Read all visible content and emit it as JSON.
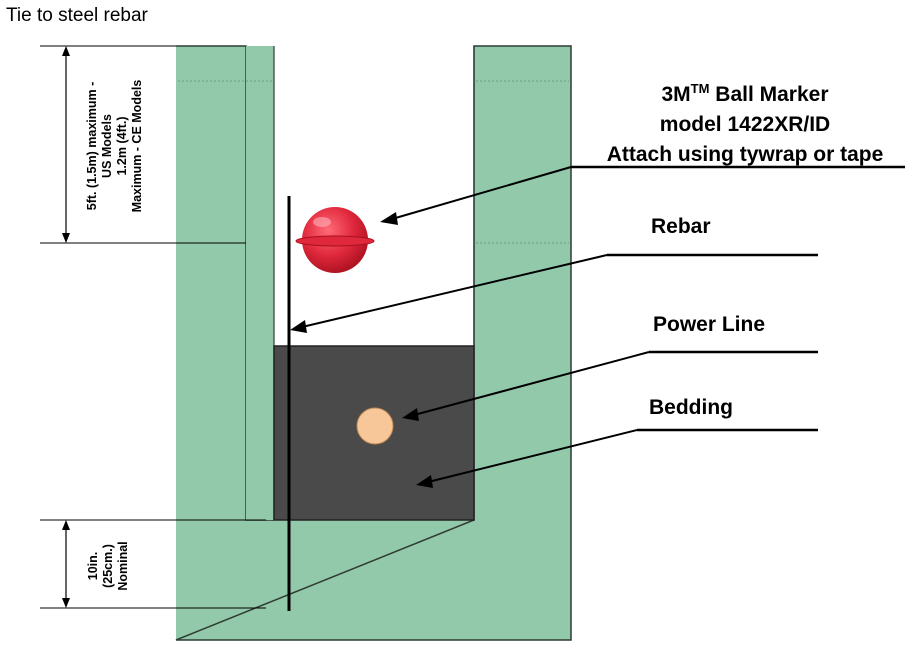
{
  "title": "Tie to steel rebar",
  "labels": {
    "marker_line1": "3M",
    "marker_tm": "TM",
    "marker_line1_rest": " Ball Marker",
    "marker_line2": "model 1422XR/ID",
    "marker_line3": "Attach using tywrap or tape",
    "rebar": "Rebar",
    "power_line": "Power Line",
    "bedding": "Bedding"
  },
  "dimensions": {
    "upper": {
      "line1": "5ft. (1.5m) maximum -",
      "line2": "US Models",
      "line3": "1.2m (4ft.)",
      "line4": "Maximum - CE Models"
    },
    "lower": {
      "line1": "10in.",
      "line2": "(25cm.)",
      "line3": "Nominal"
    }
  },
  "colors": {
    "soil": "#93c9ab",
    "soil_edge": "#2f3b33",
    "bedding": "#4a4a4a",
    "marker": "#e0283c",
    "marker_dark": "#b81728",
    "power_line": "#f7c79a"
  }
}
